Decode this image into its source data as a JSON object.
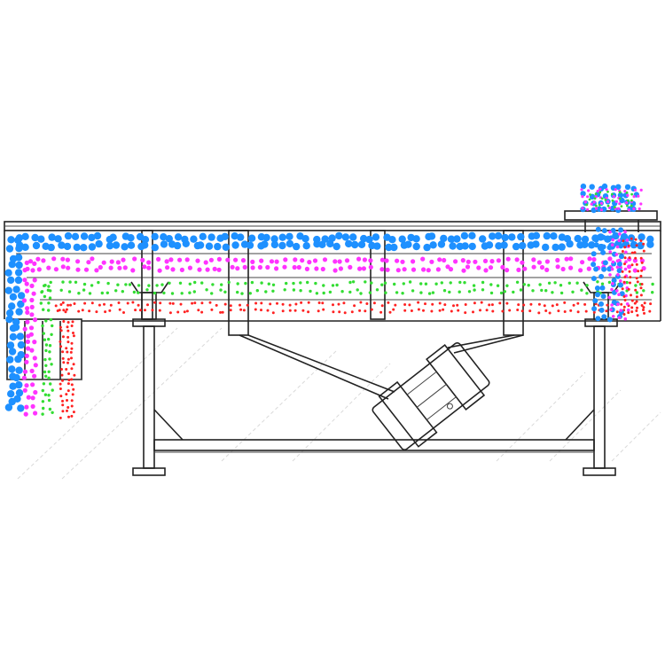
{
  "diagram": {
    "watermark": "",
    "layers": [
      {
        "id": "coarse",
        "color": "#1e90ff"
      },
      {
        "id": "medium",
        "color": "#ff33ff"
      },
      {
        "id": "fine",
        "color": "#33dd33"
      },
      {
        "id": "finest",
        "color": "#ff2222"
      }
    ],
    "frame_color": "#222222"
  }
}
